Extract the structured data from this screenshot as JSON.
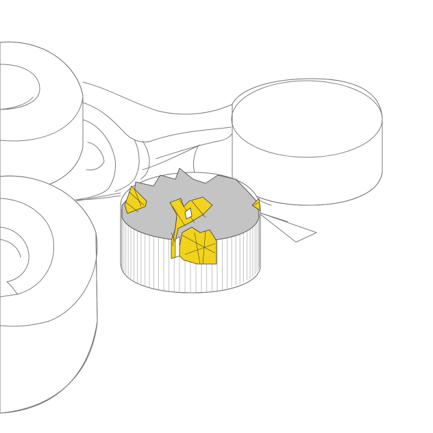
{
  "drawing": {
    "style": "axonometric-line-drawing",
    "colors": {
      "background": "#ffffff",
      "line": "#7a7a7a",
      "roof": "#c4c4c4",
      "highlight": "#f2d21b"
    },
    "highlighted_volume": {
      "rib_count": 40,
      "courtyard_count": 3
    }
  }
}
